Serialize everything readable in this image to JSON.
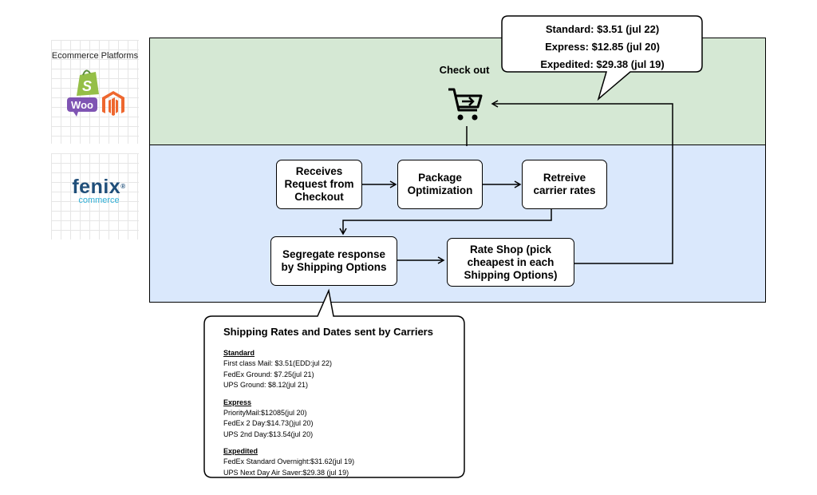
{
  "sidebar": {
    "platforms_label": "Ecommerce Platforms",
    "woo_label": "Woo",
    "shopify_label": "S",
    "fenix_main": "fenix",
    "fenix_sub": "commerce",
    "fenix_mark": "®"
  },
  "checkout": {
    "label": "Check out"
  },
  "top_callout": {
    "lines": [
      "Standard: $3.51 (jul 22)",
      "Express: $12.85 (jul 20)",
      "Expedited: $29.38 (jul 19)"
    ]
  },
  "nodes": {
    "receives": "Receives\nRequest from\nCheckout",
    "package": "Package\nOptimization",
    "retreive": "Retreive\ncarrier rates",
    "segregate": "Segregate response\nby Shipping Options",
    "rate_shop": "Rate Shop (pick\ncheapest in each\nShipping Options)"
  },
  "rates_callout": {
    "title": "Shipping Rates and Dates sent by Carriers",
    "groups": [
      {
        "heading": "Standard",
        "lines": [
          "First class Mail: $3.51(EDD:jul 22)",
          "FedEx Ground: $7.25(jul 21)",
          "UPS Ground: $8.12(jul 21)"
        ]
      },
      {
        "heading": "Express",
        "lines": [
          "PriorityMail:$12085(jul 20)",
          "FedEx 2 Day:$14.73()jul 20)",
          "UPS 2nd Day:$13.54(jul 20)"
        ]
      },
      {
        "heading": "Expedited",
        "lines": [
          "FedEx Standard Overnight:$31.62(jul 19)",
          "UPS Next Day Air Saver:$29.38 (jul 19)"
        ]
      }
    ]
  },
  "colors": {
    "ecommerce_lane": "#d5e8d4",
    "fenix_lane": "#dae8fc",
    "shopify_green": "#95bf47",
    "woo_purple": "#7f54b3",
    "magento_orange": "#ee672f",
    "fenix_blue": "#1f4e79",
    "fenix_cyan": "#31b1d8"
  },
  "icons": {
    "cart": "cart-arrow-icon",
    "shopify": "shopify-bag-icon",
    "woo": "woocommerce-bubble-icon",
    "magento": "magento-logo-icon"
  }
}
